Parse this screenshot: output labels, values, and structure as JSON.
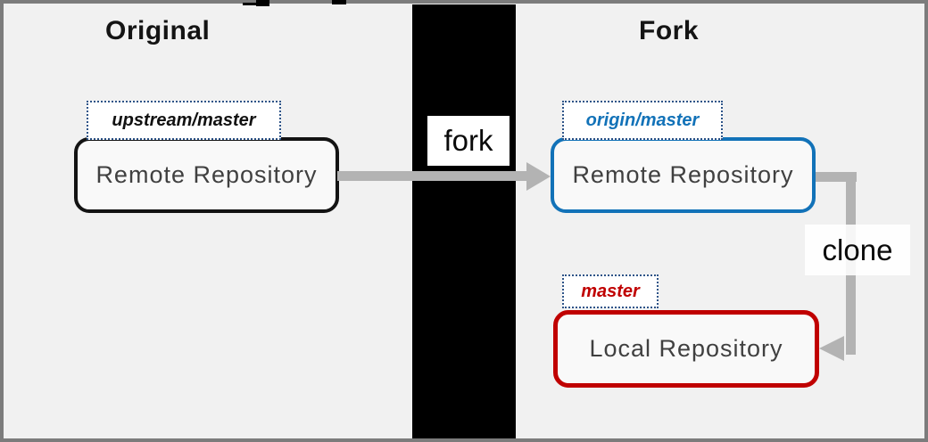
{
  "diagram": {
    "sections": {
      "original": {
        "title": "Original"
      },
      "fork": {
        "title": "Fork"
      }
    },
    "nodes": {
      "upstream_remote": {
        "branch": "upstream/master",
        "name": "Remote Repository"
      },
      "origin_remote": {
        "branch": "origin/master",
        "name": "Remote Repository"
      },
      "local": {
        "branch": "master",
        "name": "Local Repository"
      }
    },
    "arrows": {
      "fork_label": "fork",
      "clone_label": "clone"
    },
    "colors": {
      "background": "#f1f1f1",
      "frame_border": "#7c7c7c",
      "divider_bar": "#000000",
      "original_box_border": "#131313",
      "origin_box_border": "#1272b8",
      "local_box_border": "#c00000",
      "branch_label_dotted_border": "#2e5488",
      "origin_branch_text": "#1272b8",
      "master_branch_text": "#c00000",
      "arrow": "#b3b3b3",
      "repo_text": "#404040"
    }
  }
}
